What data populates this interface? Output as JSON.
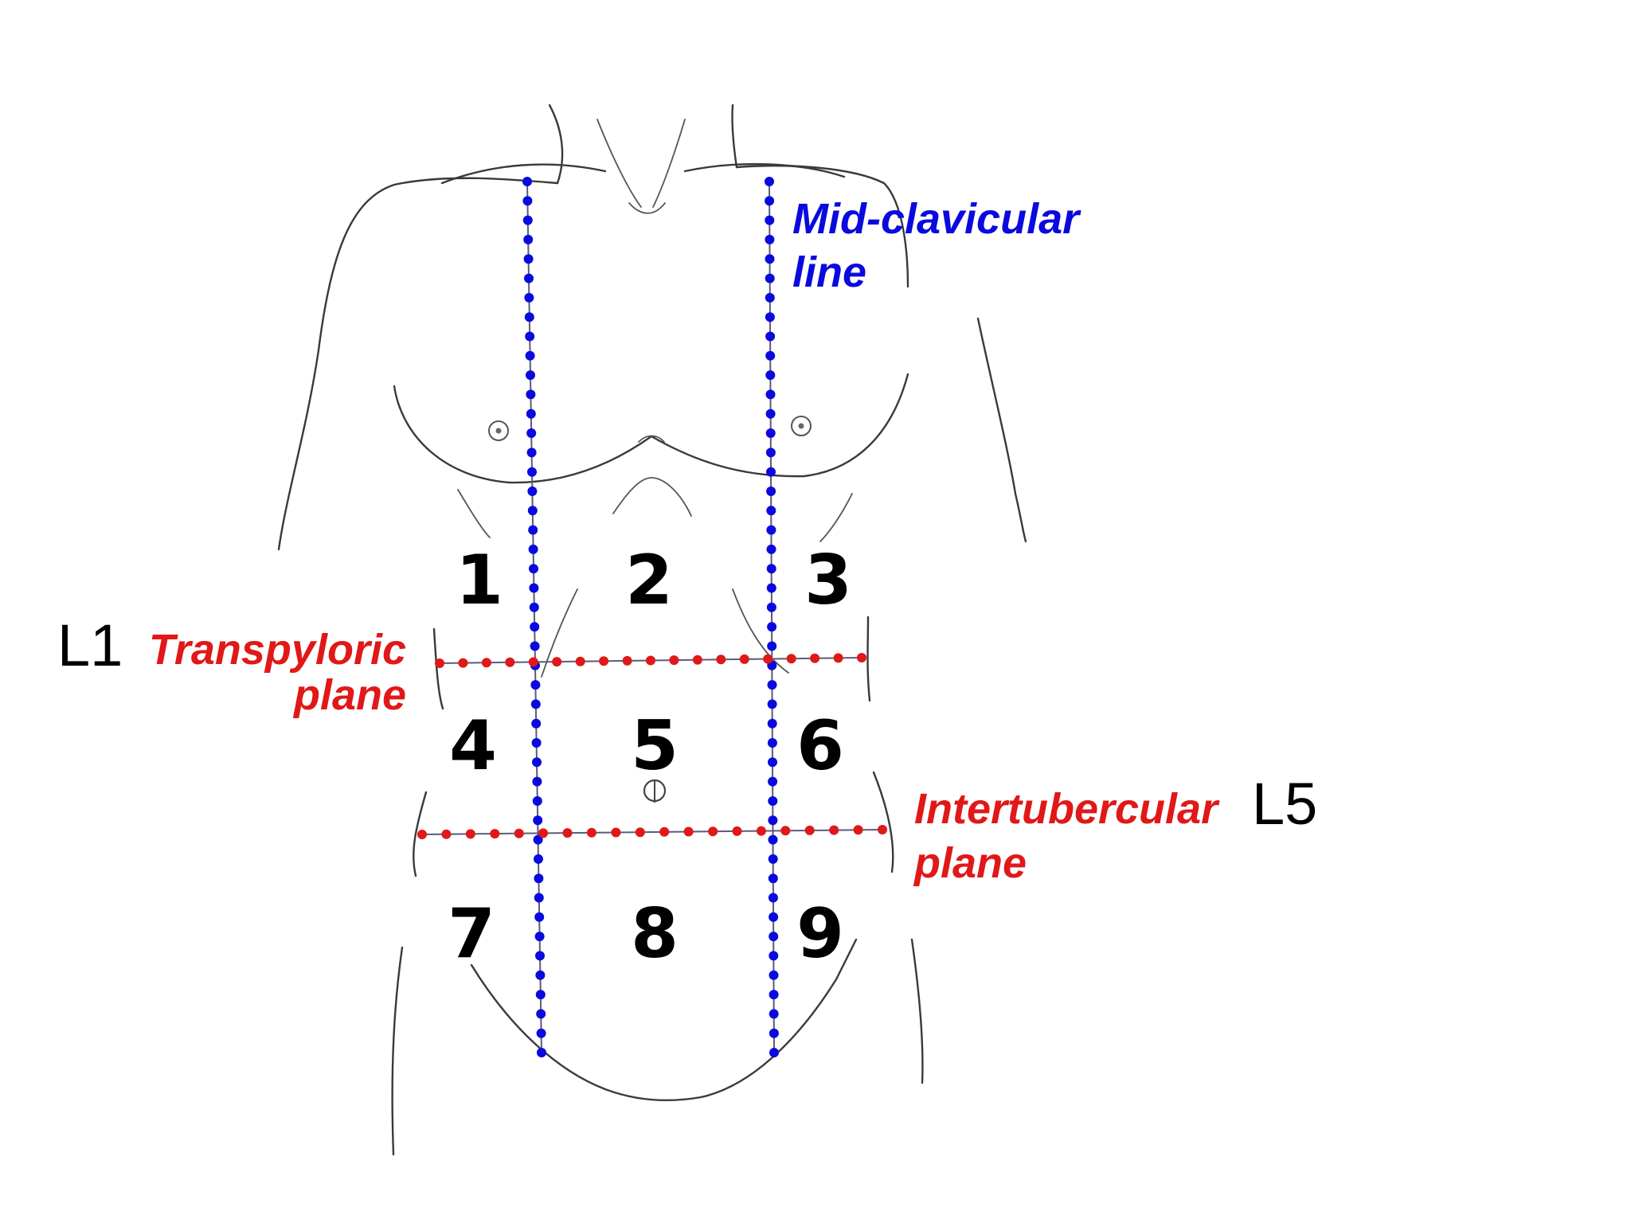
{
  "colors": {
    "midclavicular": "#0a0adf",
    "planes": "#e01818",
    "outline": "#3a3a3a"
  },
  "labels": {
    "midclavicular_line": [
      "Mid-clavicular",
      "line"
    ],
    "transpyloric_plane": [
      "Transpyloric",
      "plane"
    ],
    "intertubercular_plane": [
      "Intertubercular",
      "plane"
    ],
    "transpyloric_level": "L1",
    "intertubercular_level": "L5"
  },
  "regions": [
    "1",
    "2",
    "3",
    "4",
    "5",
    "6",
    "7",
    "8",
    "9"
  ]
}
